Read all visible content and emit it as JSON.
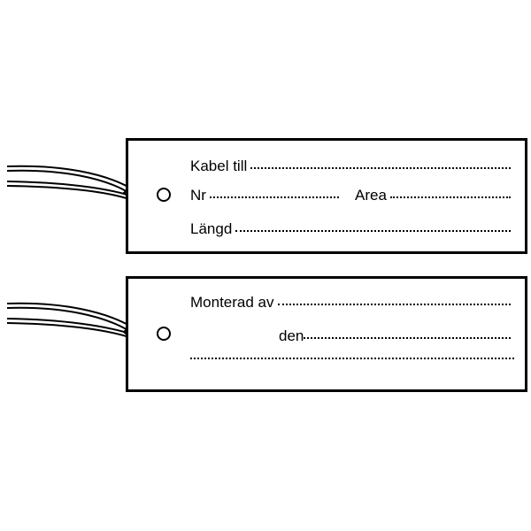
{
  "tag1": {
    "cable_label": "Kabel till",
    "nr_label": "Nr",
    "area_label": "Area",
    "length_label": "Längd"
  },
  "tag2": {
    "mounted_by_label": "Monterad av",
    "date_label": "den"
  },
  "colors": {
    "border": "#000000",
    "background": "#ffffff"
  }
}
